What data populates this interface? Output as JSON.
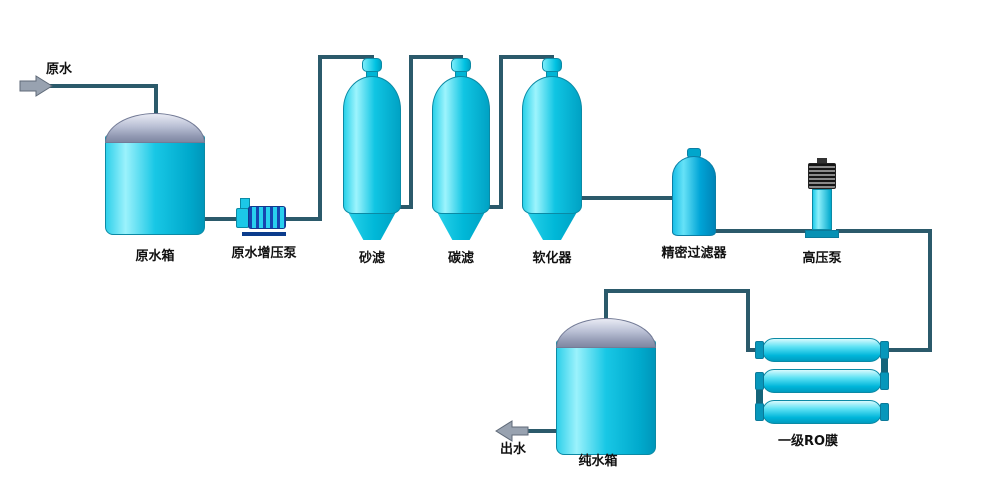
{
  "labels": {
    "raw_water": "原水",
    "raw_water_tank": "原水箱",
    "booster_pump": "原水增压泵",
    "sand_filter": "砂滤",
    "carbon_filter": "碳滤",
    "softener": "软化器",
    "precision_filter": "精密过滤器",
    "high_pressure_pump": "高压泵",
    "ro_membrane_stage1": "一级RO膜",
    "pure_water_tank": "纯水箱",
    "outlet_water": "出水"
  },
  "colors": {
    "vessel_fill": "#00c6e6",
    "vessel_outline": "#0b8aa5",
    "tank_dome_gray": "#aab0c8",
    "pipe": "#2b5a6b",
    "arrow_gray": "#98a2b0",
    "background": "#ffffff"
  },
  "flow_order": [
    "原水",
    "原水箱",
    "原水增压泵",
    "砂滤",
    "碳滤",
    "软化器",
    "精密过滤器",
    "高压泵",
    "一级RO膜",
    "纯水箱",
    "出水"
  ]
}
